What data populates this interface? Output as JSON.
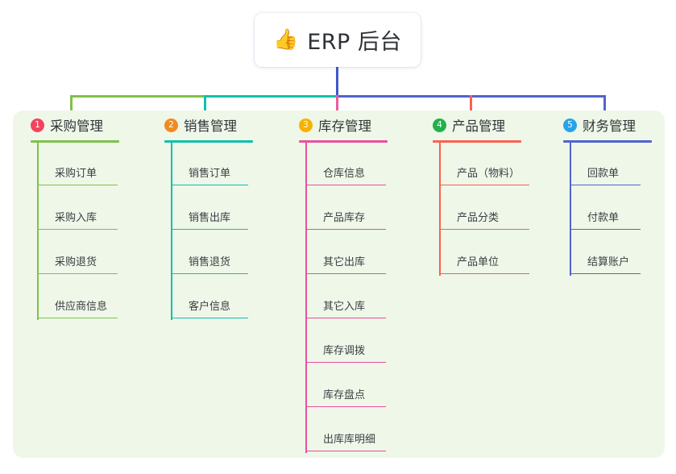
{
  "title_card": {
    "icon": "thumbs-up-icon",
    "icon_glyph": "👍",
    "text": "ERP 后台"
  },
  "palette": {
    "panel_bg": "#eef7e8",
    "trunk_line": "#4156c8",
    "bar_left": "#7fc14b",
    "bar_mid": "#10c0ae",
    "bar_right": "#5163cf"
  },
  "columns": [
    {
      "number": "1",
      "title": "采购管理",
      "badge_color": "#f2445f",
      "line_color": "#7fc14b",
      "drop_color": "#7fc14b",
      "items": [
        "采购订单",
        "采购入库",
        "采购退货",
        "供应商信息"
      ]
    },
    {
      "number": "2",
      "title": "销售管理",
      "badge_color": "#f08a24",
      "line_color": "#10c0ae",
      "drop_color": "#10c0ae",
      "items": [
        "销售订单",
        "销售出库",
        "销售退货",
        "客户信息"
      ]
    },
    {
      "number": "3",
      "title": "库存管理",
      "badge_color": "#f5b301",
      "line_color": "#e8509f",
      "drop_color": "#ef5b9c",
      "items": [
        "仓库信息",
        "产品库存",
        "其它出库",
        "其它入库",
        "库存调拨",
        "库存盘点",
        "出库库明细"
      ]
    },
    {
      "number": "4",
      "title": "产品管理",
      "badge_color": "#22b14c",
      "line_color": "#fa6152",
      "drop_color": "#fa6152",
      "items": [
        "产品（物料）",
        "产品分类",
        "产品单位"
      ]
    },
    {
      "number": "5",
      "title": "财务管理",
      "badge_color": "#29a3e8",
      "line_color": "#5163cf",
      "drop_color": "#5163cf",
      "items": [
        "回款单",
        "付款单",
        "结算账户"
      ]
    }
  ]
}
